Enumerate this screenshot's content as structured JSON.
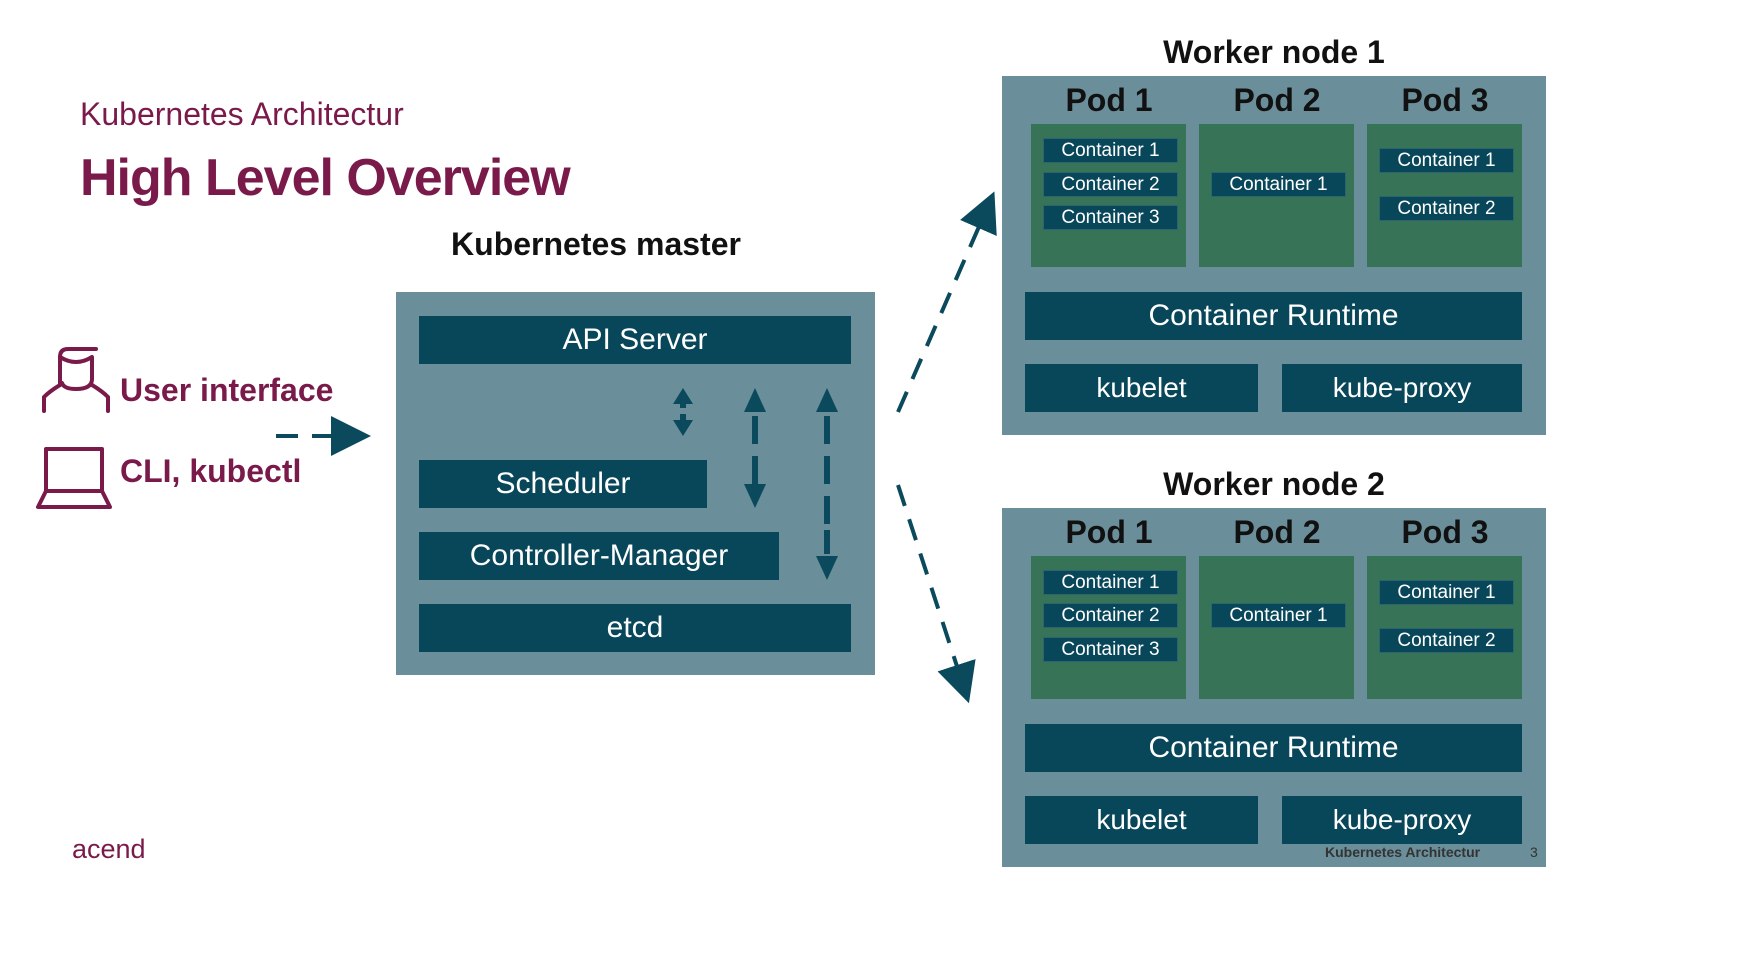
{
  "header": {
    "subtitle": "Kubernetes Architectur",
    "title": "High Level Overview"
  },
  "master": {
    "title": "Kubernetes master",
    "api_server": "API Server",
    "scheduler": "Scheduler",
    "controller_manager": "Controller-Manager",
    "etcd": "etcd"
  },
  "clients": {
    "user_interface": "User interface",
    "cli": "CLI, kubectl"
  },
  "worker1": {
    "title": "Worker node 1",
    "pods": [
      {
        "label": "Pod 1",
        "containers": [
          "Container 1",
          "Container 2",
          "Container 3"
        ]
      },
      {
        "label": "Pod 2",
        "containers": [
          "Container 1"
        ]
      },
      {
        "label": "Pod 3",
        "containers": [
          "Container 1",
          "Container 2"
        ]
      }
    ],
    "runtime": "Container Runtime",
    "kubelet": "kubelet",
    "kube_proxy": "kube-proxy"
  },
  "worker2": {
    "title": "Worker node 2",
    "pods": [
      {
        "label": "Pod 1",
        "containers": [
          "Container 1",
          "Container 2",
          "Container 3"
        ]
      },
      {
        "label": "Pod 2",
        "containers": [
          "Container 1"
        ]
      },
      {
        "label": "Pod 3",
        "containers": [
          "Container 1",
          "Container 2"
        ]
      }
    ],
    "runtime": "Container Runtime",
    "kubelet": "kubelet",
    "kube_proxy": "kube-proxy"
  },
  "footer": {
    "logo": "acend",
    "section": "Kubernetes Architectur",
    "page_number": "3"
  },
  "colors": {
    "brand": "#7a1a4a",
    "node_bg": "#6a8f9a",
    "component": "#084659",
    "pod": "#377457"
  },
  "icons": [
    "user-icon",
    "laptop-icon"
  ]
}
